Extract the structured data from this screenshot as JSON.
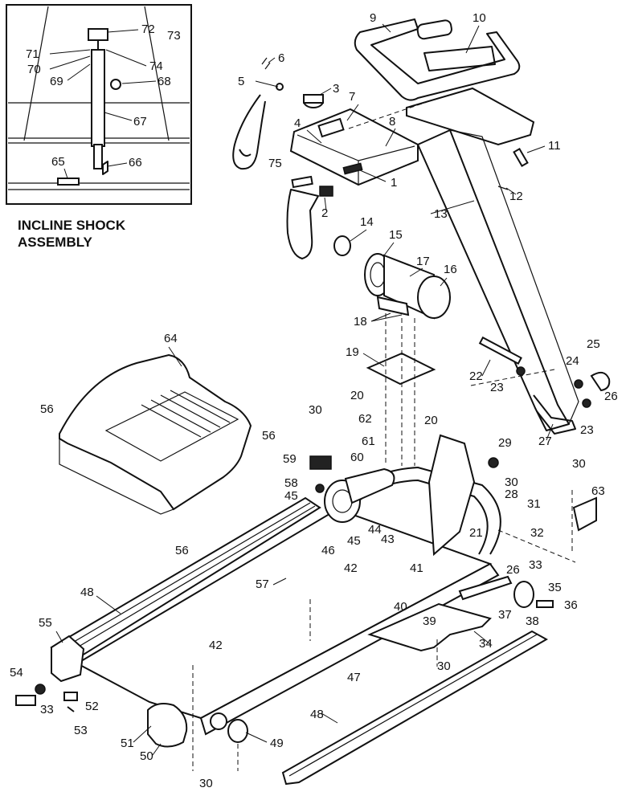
{
  "inset": {
    "title_line1": "INCLINE SHOCK",
    "title_line2": "ASSEMBLY",
    "callouts": [
      "72",
      "73",
      "71",
      "74",
      "70",
      "69",
      "68",
      "67",
      "65",
      "66"
    ]
  },
  "callouts": [
    "1",
    "2",
    "3",
    "4",
    "5",
    "6",
    "7",
    "8",
    "9",
    "10",
    "11",
    "12",
    "13",
    "14",
    "15",
    "16",
    "17",
    "18",
    "19",
    "20",
    "20",
    "21",
    "22",
    "23",
    "23",
    "24",
    "25",
    "26",
    "26",
    "27",
    "28",
    "29",
    "30",
    "30",
    "30",
    "30",
    "30",
    "31",
    "32",
    "33",
    "33",
    "34",
    "35",
    "36",
    "37",
    "38",
    "39",
    "40",
    "41",
    "42",
    "42",
    "43",
    "44",
    "45",
    "45",
    "46",
    "47",
    "48",
    "48",
    "49",
    "50",
    "51",
    "52",
    "53",
    "54",
    "55",
    "56",
    "56",
    "56",
    "57",
    "58",
    "59",
    "60",
    "61",
    "62",
    "63",
    "64",
    "75"
  ]
}
